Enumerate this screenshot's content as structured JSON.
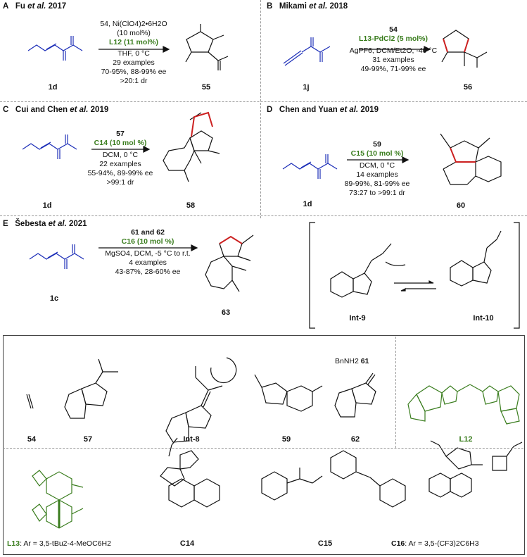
{
  "sections": {
    "A": {
      "letter": "A",
      "author": "Fu",
      "year": "2017",
      "cond": [
        "54, Ni(ClO4)2•6H2O",
        "(10 mol%)",
        "L12 (11 mol%)",
        "THF, 0 °C",
        "29 examples",
        "70-95%, 88-99% ee",
        ">20:1 dr"
      ],
      "sm": "1d",
      "prod": "55"
    },
    "B": {
      "letter": "B",
      "author": "Mikami",
      "year": "2018",
      "cond": [
        "54",
        "L13-PdCl2 (5 mol%)",
        "AgPF6, DCM/Et2O, -40 °C",
        "31 examples",
        "49-99%, 71-99% ee"
      ],
      "sm": "1j",
      "prod": "56"
    },
    "C": {
      "letter": "C",
      "author": "Cui and Chen",
      "year": "2019",
      "cond": [
        "57",
        "C14 (10 mol %)",
        "DCM, 0 °C",
        "22 examples",
        "55-94%, 89-99% ee",
        ">99:1 dr"
      ],
      "sm": "1d",
      "prod": "58"
    },
    "D": {
      "letter": "D",
      "author": "Chen and Yuan",
      "year": "2019",
      "cond": [
        "59",
        "C15 (10 mol %)",
        "DCM, 0 °C",
        "14 examples",
        "89-99%, 81-99% ee",
        "73:27 to >99:1 dr"
      ],
      "sm": "1d",
      "prod": "60"
    },
    "E": {
      "letter": "E",
      "author": "Šebesta",
      "year": "2021",
      "cond": [
        "61 and 62",
        "C16 (10 mol %)",
        "MgSO4, DCM, -5 °C to r.t.",
        "4 examples",
        "43-87%, 28-60% ee"
      ],
      "sm": "1c",
      "prod": "63",
      "int9": "Int-9",
      "int10": "Int-10"
    }
  },
  "etal": "et al.",
  "reagents": {
    "r54": "54",
    "r57": "57",
    "rint8": "Int-8",
    "r59": "59",
    "r61": "61",
    "r62": "62",
    "l12": "L12",
    "l13": "L13",
    "c14": "C14",
    "c15": "C15",
    "c16": "C16",
    "l13_desc": ": Ar = 3,5-tBu2-4-MeOC6H2",
    "c16_desc": ": Ar = 3,5-(CF3)2C6H3",
    "bnnh2": "BnNH2"
  }
}
